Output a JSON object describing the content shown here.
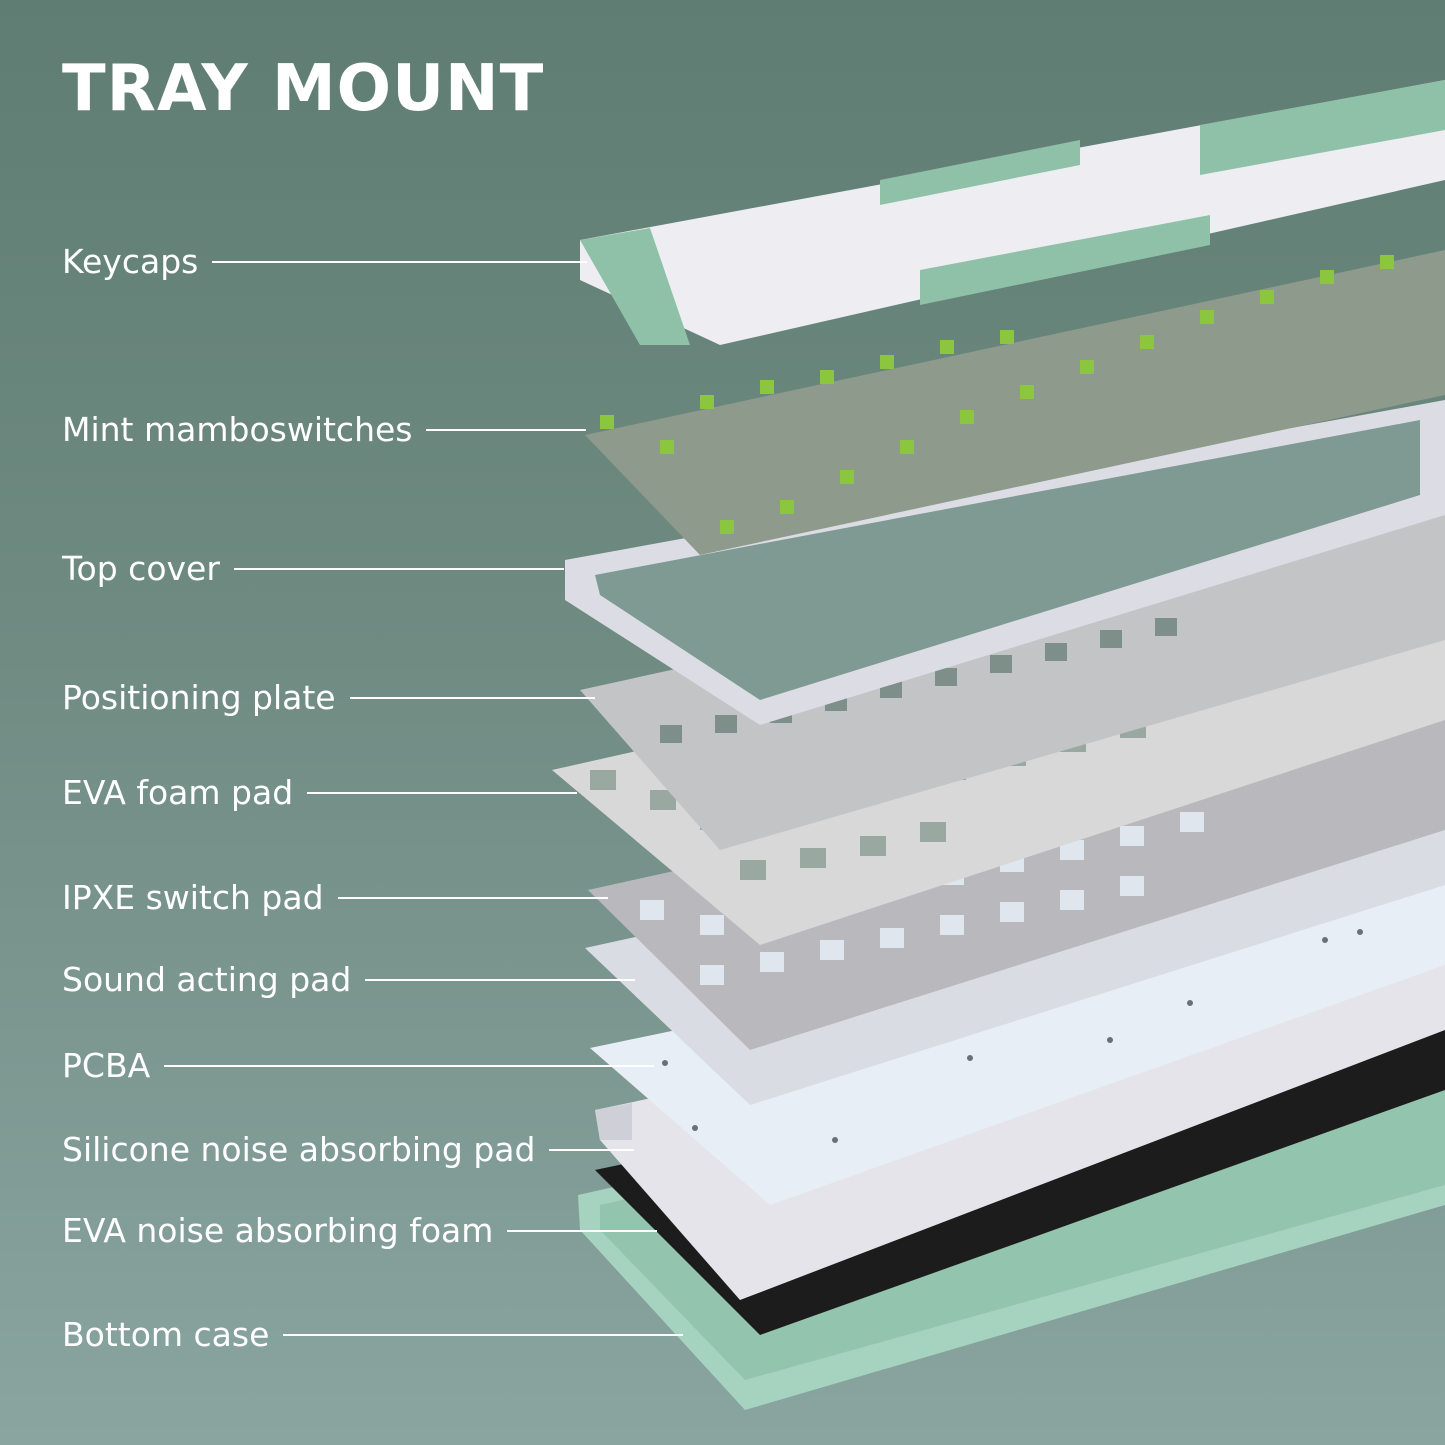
{
  "title": "TRAY MOUNT",
  "layers": [
    {
      "label": "Keycaps"
    },
    {
      "label": "Mint mamboswitches"
    },
    {
      "label": "Top cover"
    },
    {
      "label": "Positioning plate"
    },
    {
      "label": "EVA foam pad"
    },
    {
      "label": "IPXE switch pad"
    },
    {
      "label": "Sound acting pad"
    },
    {
      "label": "PCBA"
    },
    {
      "label": "Silicone noise absorbing pad"
    },
    {
      "label": "EVA noise absorbing foam"
    },
    {
      "label": "Bottom case"
    }
  ],
  "colors": {
    "background_top": "#5f7d73",
    "background_bottom": "#8aa5a0",
    "text": "#ffffff",
    "keycap_white": "#eeeef2",
    "keycap_mint": "#8fc1a9",
    "switch_housing": "#8e9a8c",
    "switch_stem": "#8cc63f",
    "top_cover": "#dcdce4",
    "plate": "#c9c9c9",
    "pcba": "#e8eef6",
    "black_foam": "#1c1c1c",
    "bottom_case": "#a6d3bf"
  }
}
